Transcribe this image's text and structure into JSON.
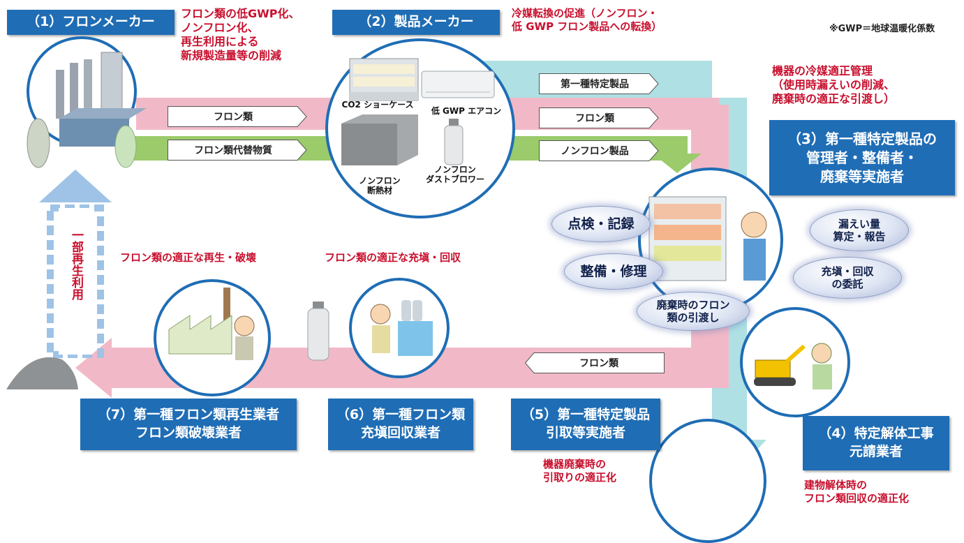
{
  "note": "※GWP＝地球温暖化係数",
  "makers": {
    "freon_title": "（1）フロンメーカー",
    "freon_desc": [
      "フロン類の低GWP化、",
      "ノンフロン化、",
      "再生利用による",
      "新規製造量等の削減"
    ],
    "product_title": "（2）製品メーカー",
    "product_desc": [
      "冷媒転換の促進（ノンフロン・",
      "低 GWP フロン製品への転換）"
    ]
  },
  "products": {
    "showcase": "CO2 ショーケース",
    "aircon": "低 GWP エアコン",
    "insulation": [
      "ノンフロン",
      "断熱材"
    ],
    "blower": [
      "ノンフロン",
      "ダストブロワー"
    ]
  },
  "flows": {
    "freon": "フロン類",
    "substitute": "フロン類代替物質",
    "class1_product": "第一種特定製品",
    "freon2": "フロン類",
    "nonfreon_product": "ノンフロン製品",
    "freon_return": "フロン類"
  },
  "manager": {
    "desc": [
      "機器の冷媒適正管理",
      "（使用時漏えいの削減、",
      "廃棄時の適正な引渡し）"
    ],
    "title": [
      "（3）第一種特定製品の",
      "管理者・整備者・",
      "廃棄等実施者"
    ],
    "ovals": {
      "inspect": "点検・記録",
      "repair": "整備・修理",
      "handover": [
        "廃棄時のフロン",
        "類の引渡し"
      ],
      "leak": [
        "漏えい量",
        "算定・報告"
      ],
      "consign": [
        "充塡・回収",
        "の委託"
      ]
    }
  },
  "demolition": {
    "title": [
      "（4）特定解体工事",
      "元請業者"
    ],
    "desc": [
      "建物解体時の",
      "フロン類回収の適正化"
    ]
  },
  "collector": {
    "title": [
      "（5）第一種特定製品",
      "引取等実施者"
    ],
    "desc": [
      "機器廃棄時の",
      "引取りの適正化"
    ]
  },
  "filler": {
    "title": [
      "（6）第一種フロン類",
      "充塡回収業者"
    ],
    "desc": "フロン類の適正な充塡・回収"
  },
  "regenerator": {
    "title": [
      "（7）第一種フロン類再生業者",
      "フロン類破壊業者"
    ],
    "desc": "フロン類の適正な再生・破壊"
  },
  "recycle_label": "一部再生利用",
  "colors": {
    "blue": "#1f6db5",
    "red": "#c8102e",
    "pink": "#f1b9c7",
    "green": "#9bcb6a",
    "lightblue": "#aee0e4"
  }
}
